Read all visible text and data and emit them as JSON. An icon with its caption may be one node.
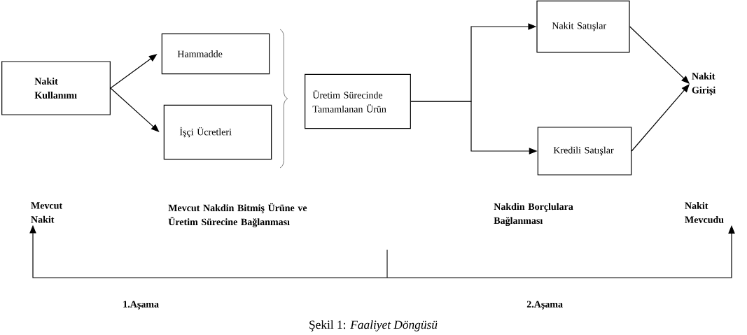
{
  "diagram": {
    "caption": "Şekil 1: *Faaliyet Döngüsü*",
    "nodes": [
      {
        "text": [
          "Nakit Kullanımı"
        ]
      },
      {
        "text": [
          "Hammadde"
        ]
      },
      {
        "text": [
          "İşçi Ücretleri"
        ]
      },
      {
        "text": [
          "Üretim Sürecinde Tamamlanan Ürün"
        ]
      },
      {
        "text": [
          "Nakit Satışlar"
        ]
      },
      {
        "text": [
          "Kredili Satışlar"
        ]
      },
      {
        "text": [
          "Nakit Girişi"
        ]
      },
      {
        "text": [
          "Mevcut Nakit"
        ]
      },
      {
        "text": [
          "Nakit Mevcudu"
        ]
      }
    ],
    "edges": [
      {
        "from": 0,
        "to": 1,
        "arrow": "to"
      },
      {
        "from": 0,
        "to": 2,
        "arrow": "to"
      },
      {
        "from": 3,
        "to": 4,
        "arrow": "to"
      },
      {
        "from": 3,
        "to": 5,
        "arrow": "to"
      },
      {
        "from": 4,
        "to": 6,
        "arrow": "to"
      },
      {
        "from": 5,
        "to": 6,
        "arrow": "to"
      },
      {
        "from": 7,
        "to": 8,
        "arrow": "both"
      }
    ],
    "labels": [
      "Mevcut Nakdin Bitmiş Ürüne ve Üretim Sürecine Bağlanması",
      "Nakdin Borçlulara Bağlanması",
      "1.Aşama",
      "2.Aşama"
    ]
  }
}
